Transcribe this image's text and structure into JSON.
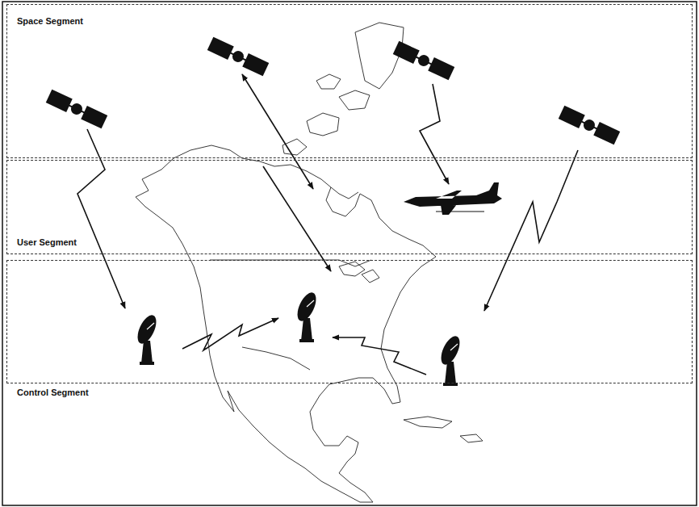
{
  "diagram": {
    "nodes": [
      {
        "text": [
          "Space Segment"
        ]
      },
      {
        "text": [
          "User Segment"
        ]
      },
      {
        "text": [
          "Control Segment"
        ]
      }
    ]
  }
}
